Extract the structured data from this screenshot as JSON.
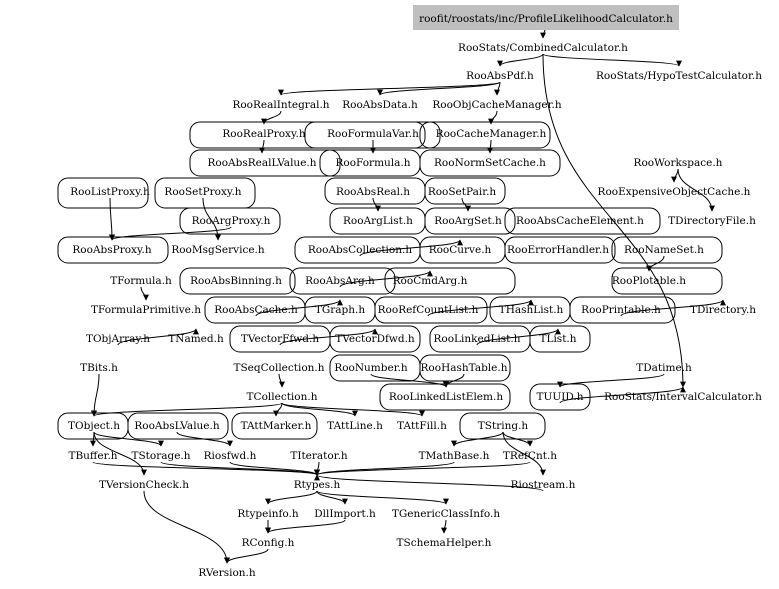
{
  "diagram": {
    "root": "roofit/roostats/inc/ProfileLikelihoodCalculator.h",
    "nodes": [
      {
        "id": "n0",
        "label": "roofit/roostats/inc/ProfileLikelihoodCalculator.h"
      },
      {
        "id": "n1",
        "label": "RooStats/CombinedCalculator.h"
      },
      {
        "id": "n2",
        "label": "RooAbsPdf.h"
      },
      {
        "id": "n3",
        "label": "RooStats/HypoTestCalculator.h"
      },
      {
        "id": "n4",
        "label": "RooRealIntegral.h"
      },
      {
        "id": "n5",
        "label": "RooAbsData.h"
      },
      {
        "id": "n6",
        "label": "RooObjCacheManager.h"
      },
      {
        "id": "n7",
        "label": "RooRealProxy.h"
      },
      {
        "id": "n8",
        "label": "RooFormulaVar.h"
      },
      {
        "id": "n9",
        "label": "RooCacheManager.h"
      },
      {
        "id": "n10",
        "label": "RooAbsRealLValue.h"
      },
      {
        "id": "n11",
        "label": "RooFormula.h"
      },
      {
        "id": "n12",
        "label": "RooNormSetCache.h"
      },
      {
        "id": "n13",
        "label": "RooWorkspace.h"
      },
      {
        "id": "n14",
        "label": "RooListProxy.h"
      },
      {
        "id": "n15",
        "label": "RooSetProxy.h"
      },
      {
        "id": "n16",
        "label": "RooAbsReal.h"
      },
      {
        "id": "n17",
        "label": "RooSetPair.h"
      },
      {
        "id": "n18",
        "label": "RooExpensiveObjectCache.h"
      },
      {
        "id": "n19",
        "label": "RooArgProxy.h"
      },
      {
        "id": "n20",
        "label": "RooArgList.h"
      },
      {
        "id": "n21",
        "label": "RooArgSet.h"
      },
      {
        "id": "n22",
        "label": "RooAbsCacheElement.h"
      },
      {
        "id": "n23",
        "label": "TDirectoryFile.h"
      },
      {
        "id": "n24",
        "label": "RooAbsProxy.h"
      },
      {
        "id": "n25",
        "label": "RooMsgService.h"
      },
      {
        "id": "n26",
        "label": "RooAbsCollection.h"
      },
      {
        "id": "n27",
        "label": "RooCurve.h"
      },
      {
        "id": "n28",
        "label": "RooErrorHandler.h"
      },
      {
        "id": "n29",
        "label": "RooNameSet.h"
      },
      {
        "id": "n30",
        "label": "TFormula.h"
      },
      {
        "id": "n31",
        "label": "RooAbsBinning.h"
      },
      {
        "id": "n32",
        "label": "RooAbsArg.h"
      },
      {
        "id": "n33",
        "label": "RooCmdArg.h"
      },
      {
        "id": "n34",
        "label": "RooPlotable.h"
      },
      {
        "id": "n35",
        "label": "TFormulaPrimitive.h"
      },
      {
        "id": "n36",
        "label": "RooAbsCache.h"
      },
      {
        "id": "n37",
        "label": "TGraph.h"
      },
      {
        "id": "n38",
        "label": "RooRefCountList.h"
      },
      {
        "id": "n39",
        "label": "THashList.h"
      },
      {
        "id": "n40",
        "label": "RooPrintable.h"
      },
      {
        "id": "n41",
        "label": "TDirectory.h"
      },
      {
        "id": "n42",
        "label": "TObjArray.h"
      },
      {
        "id": "n43",
        "label": "TNamed.h"
      },
      {
        "id": "n44",
        "label": "TVectorFfwd.h"
      },
      {
        "id": "n45",
        "label": "TVectorDfwd.h"
      },
      {
        "id": "n46",
        "label": "RooLinkedList.h"
      },
      {
        "id": "n47",
        "label": "TList.h"
      },
      {
        "id": "n48",
        "label": "TBits.h"
      },
      {
        "id": "n49",
        "label": "TSeqCollection.h"
      },
      {
        "id": "n50",
        "label": "RooNumber.h"
      },
      {
        "id": "n51",
        "label": "RooHashTable.h"
      },
      {
        "id": "n52",
        "label": "TDatime.h"
      },
      {
        "id": "n53",
        "label": "TCollection.h"
      },
      {
        "id": "n54",
        "label": "RooLinkedListElem.h"
      },
      {
        "id": "n55",
        "label": "TUUID.h"
      },
      {
        "id": "n56",
        "label": "RooStats/IntervalCalculator.h"
      },
      {
        "id": "n57",
        "label": "TObject.h"
      },
      {
        "id": "n58",
        "label": "RooAbsLValue.h"
      },
      {
        "id": "n59",
        "label": "TAttMarker.h"
      },
      {
        "id": "n60",
        "label": "TAttLine.h"
      },
      {
        "id": "n61",
        "label": "TAttFill.h"
      },
      {
        "id": "n62",
        "label": "TString.h"
      },
      {
        "id": "n63",
        "label": "TBuffer.h"
      },
      {
        "id": "n64",
        "label": "TStorage.h"
      },
      {
        "id": "n65",
        "label": "Riosfwd.h"
      },
      {
        "id": "n66",
        "label": "TIterator.h"
      },
      {
        "id": "n67",
        "label": "TMathBase.h"
      },
      {
        "id": "n68",
        "label": "TRefCnt.h"
      },
      {
        "id": "n69",
        "label": "TVersionCheck.h"
      },
      {
        "id": "n70",
        "label": "Rtypes.h"
      },
      {
        "id": "n71",
        "label": "Riostream.h"
      },
      {
        "id": "n72",
        "label": "Rtypeinfo.h"
      },
      {
        "id": "n73",
        "label": "DllImport.h"
      },
      {
        "id": "n74",
        "label": "TGenericClassInfo.h"
      },
      {
        "id": "n75",
        "label": "RConfig.h"
      },
      {
        "id": "n76",
        "label": "TSchemaHelper.h"
      },
      {
        "id": "n77",
        "label": "RVersion.h"
      }
    ],
    "edges": [
      [
        "n0",
        "n1"
      ],
      [
        "n1",
        "n2"
      ],
      [
        "n1",
        "n3"
      ],
      [
        "n1",
        "n56"
      ],
      [
        "n2",
        "n4"
      ],
      [
        "n2",
        "n5"
      ],
      [
        "n2",
        "n6"
      ],
      [
        "n4",
        "n7"
      ],
      [
        "n6",
        "n9"
      ],
      [
        "n7",
        "n10"
      ],
      [
        "n8",
        "n11"
      ],
      [
        "n9",
        "n12"
      ],
      [
        "n13",
        "n18"
      ],
      [
        "n13",
        "n23"
      ],
      [
        "n16",
        "n20"
      ],
      [
        "n17",
        "n21"
      ],
      [
        "n14",
        "n24"
      ],
      [
        "n15",
        "n25"
      ],
      [
        "n19",
        "n24"
      ],
      [
        "n26",
        "n27"
      ],
      [
        "n30",
        "n35"
      ],
      [
        "n32",
        "n33"
      ],
      [
        "n29",
        "n34"
      ],
      [
        "n36",
        "n37"
      ],
      [
        "n38",
        "n39"
      ],
      [
        "n40",
        "n41"
      ],
      [
        "n42",
        "n43"
      ],
      [
        "n44",
        "n45"
      ],
      [
        "n46",
        "n47"
      ],
      [
        "n48",
        "n57"
      ],
      [
        "n49",
        "n53"
      ],
      [
        "n50",
        "n54"
      ],
      [
        "n51",
        "n54"
      ],
      [
        "n52",
        "n55"
      ],
      [
        "n53",
        "n57"
      ],
      [
        "n53",
        "n59"
      ],
      [
        "n53",
        "n60"
      ],
      [
        "n53",
        "n61"
      ],
      [
        "n55",
        "n56"
      ],
      [
        "n57",
        "n63"
      ],
      [
        "n57",
        "n64"
      ],
      [
        "n58",
        "n65"
      ],
      [
        "n62",
        "n67"
      ],
      [
        "n62",
        "n68"
      ],
      [
        "n63",
        "n70"
      ],
      [
        "n64",
        "n70"
      ],
      [
        "n65",
        "n70"
      ],
      [
        "n66",
        "n70"
      ],
      [
        "n67",
        "n70"
      ],
      [
        "n68",
        "n70"
      ],
      [
        "n69",
        "n77"
      ],
      [
        "n70",
        "n72"
      ],
      [
        "n70",
        "n73"
      ],
      [
        "n70",
        "n74"
      ],
      [
        "n71",
        "n70"
      ],
      [
        "n72",
        "n75"
      ],
      [
        "n73",
        "n75"
      ],
      [
        "n74",
        "n76"
      ],
      [
        "n75",
        "n77"
      ],
      [
        "n57",
        "n69"
      ],
      [
        "n62",
        "n71"
      ]
    ]
  }
}
